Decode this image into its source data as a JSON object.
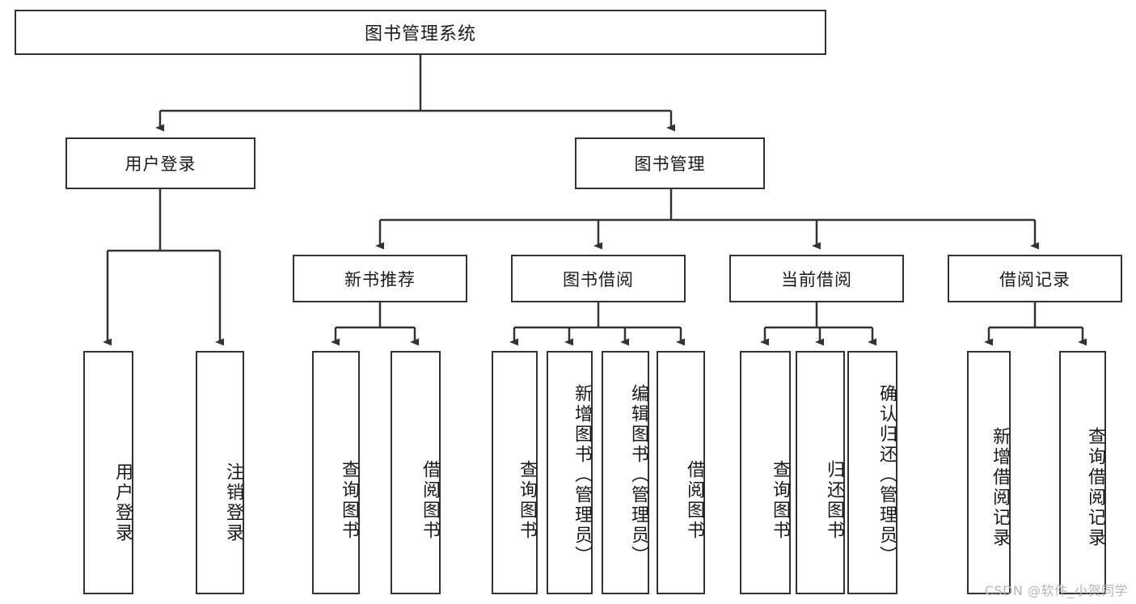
{
  "diagram": {
    "title": "图书管理系统",
    "watermark": "CSDN @软件_小贺同学",
    "level2": {
      "user_login": "用户登录",
      "book_manage": "图书管理"
    },
    "level3": {
      "new_book_rec": "新书推荐",
      "book_borrow": "图书借阅",
      "current_borrow": "当前借阅",
      "borrow_record": "借阅记录"
    },
    "leaves": {
      "user_login_1": "用户登录",
      "user_login_2": "注销登录",
      "new_book_1": "查询图书",
      "new_book_2": "借阅图书",
      "borrow_1": "查询图书",
      "borrow_2": "新增图书（管理员）",
      "borrow_3": "编辑图书（管理员）",
      "borrow_4": "借阅图书",
      "current_1": "查询图书",
      "current_2": "归还图书",
      "current_3": "确认归还（管理员）",
      "record_1": "新增借阅记录",
      "record_2": "查询借阅记录"
    },
    "colors": {
      "stroke": "#333333",
      "background": "#ffffff",
      "text": "#1a1a1a",
      "watermark": "#b6b6b6"
    }
  }
}
